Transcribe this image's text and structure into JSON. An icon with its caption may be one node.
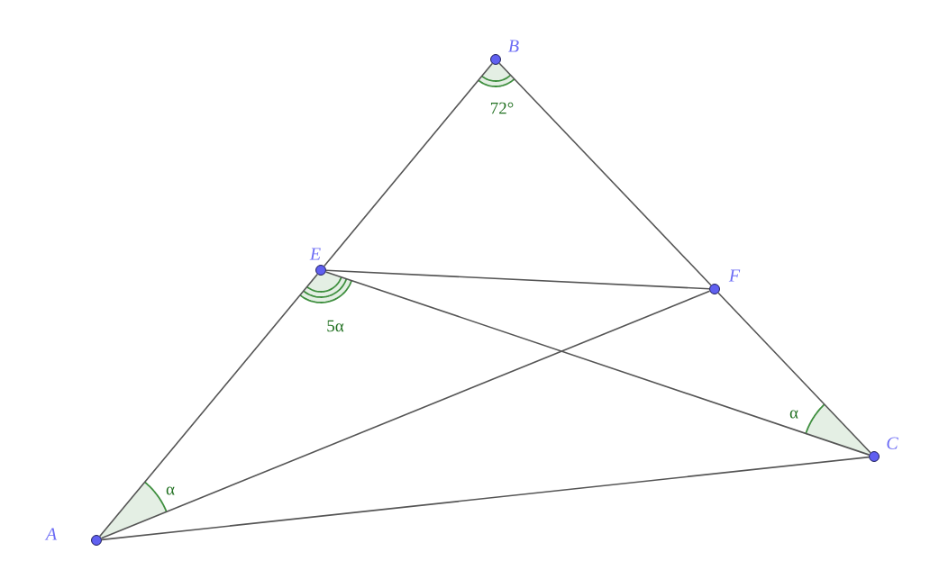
{
  "diagram": {
    "nodes": [
      {
        "text": [
          "A"
        ]
      },
      {
        "text": [
          "B"
        ]
      },
      {
        "text": [
          "C"
        ]
      },
      {
        "text": [
          "E"
        ]
      },
      {
        "text": [
          "F"
        ]
      }
    ],
    "edges": [
      {
        "from": 0,
        "to": 3,
        "arrow": "none"
      },
      {
        "from": 3,
        "to": 1,
        "arrow": "none"
      },
      {
        "from": 1,
        "to": 4,
        "arrow": "none"
      },
      {
        "from": 4,
        "to": 2,
        "arrow": "none"
      },
      {
        "from": 0,
        "to": 2,
        "arrow": "none"
      },
      {
        "from": 0,
        "to": 4,
        "arrow": "none"
      },
      {
        "from": 3,
        "to": 4,
        "arrow": "none"
      },
      {
        "from": 3,
        "to": 2,
        "arrow": "none"
      }
    ],
    "labels": [
      "72°",
      "5α",
      "α",
      "α"
    ]
  }
}
